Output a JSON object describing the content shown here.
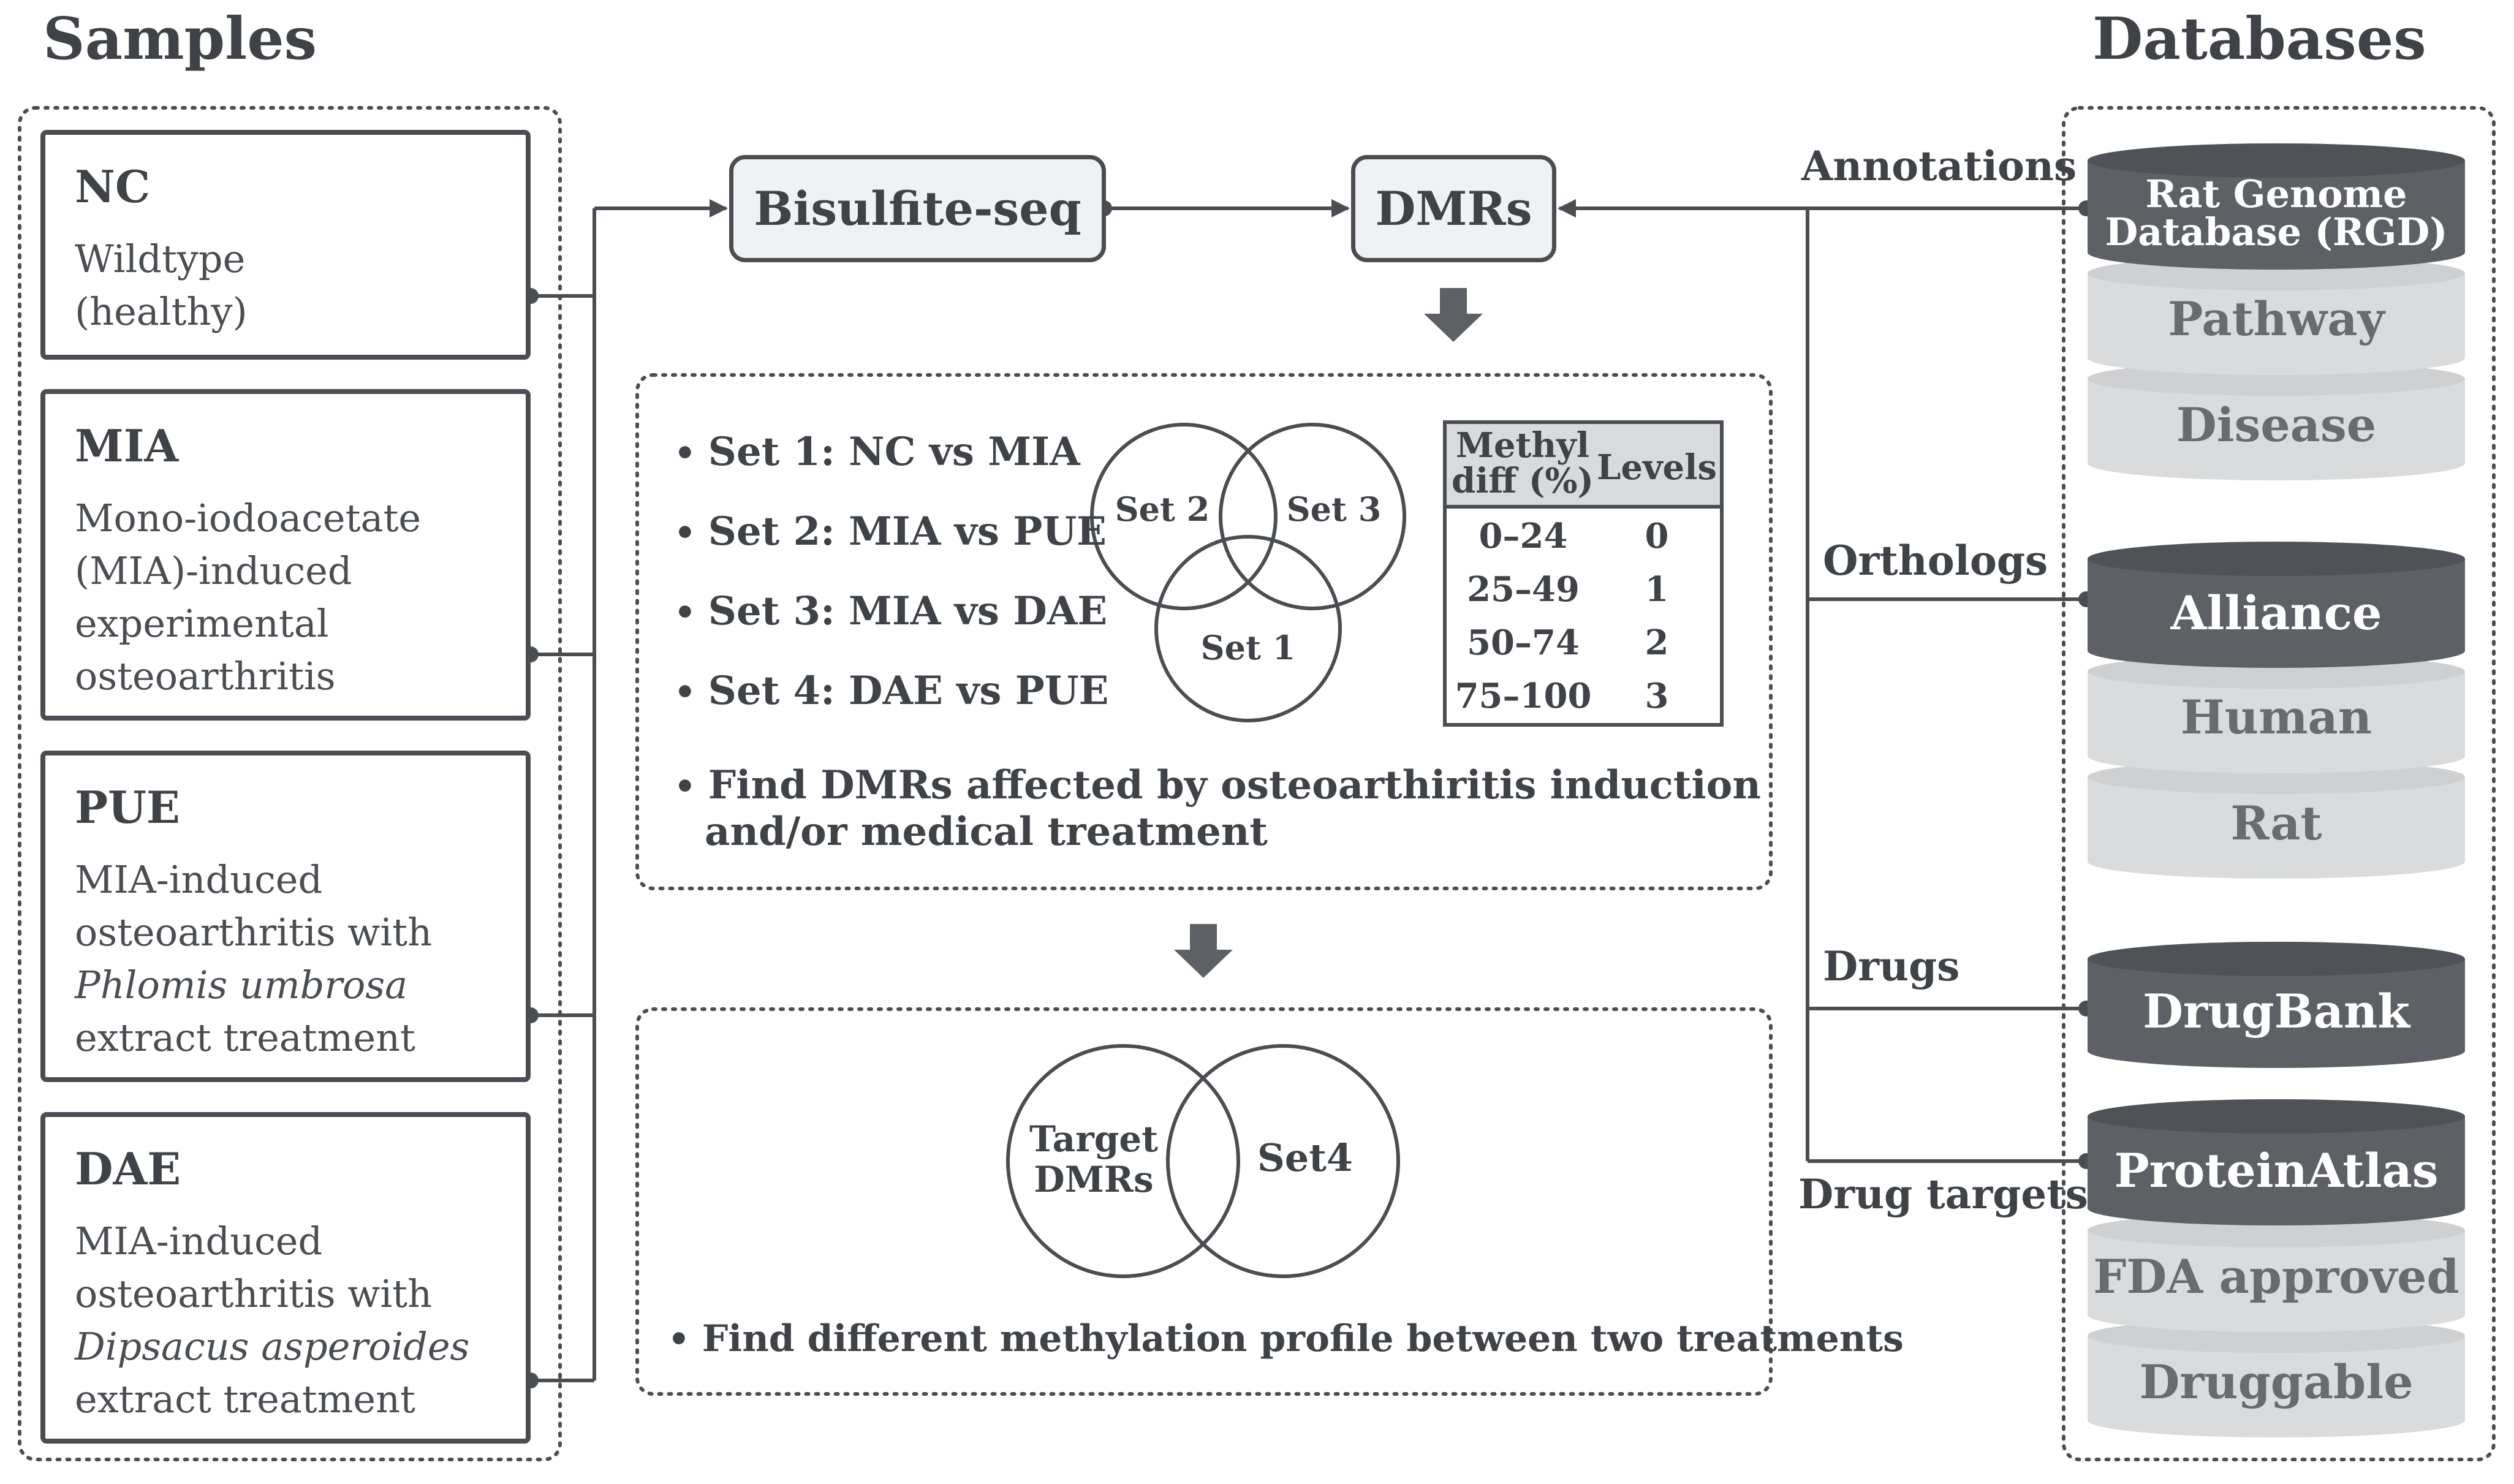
{
  "headers": {
    "samples": "Samples",
    "databases": "Databases"
  },
  "samples": [
    {
      "name": "NC",
      "lines": [
        "Wildtype",
        "(healthy)"
      ],
      "italic": [],
      "icon_color": "#888b8f"
    },
    {
      "name": "MIA",
      "lines": [
        "Mono-iodoacetate",
        "(MIA)-induced",
        "experimental",
        "osteoarthritis"
      ],
      "italic": [],
      "icon_color": "#5bb47d"
    },
    {
      "name": "PUE",
      "lines": [
        "MIA-induced",
        "osteoarthritis with",
        "Phlomis umbrosa",
        "extract treatment"
      ],
      "italic": [
        2
      ],
      "icon_color": "#3c7fa8"
    },
    {
      "name": "DAE",
      "lines": [
        "MIA-induced",
        "osteoarthritis with",
        "Dipsacus asperoides",
        "extract treatment"
      ],
      "italic": [
        2
      ],
      "icon_color": "#e0897d"
    }
  ],
  "pipeline": {
    "bisulfite": "Bisulfite-seq",
    "dmrs": "DMRs"
  },
  "sets_panel": {
    "bullets": [
      "Set 1: NC vs MIA",
      "Set 2: MIA vs PUE",
      "Set 3: MIA vs DAE",
      "Set 4: DAE vs PUE"
    ],
    "venn_labels": [
      "Set 2",
      "Set 3",
      "Set 1"
    ],
    "find_line1": "Find DMRs affected by osteoarthiritis induction",
    "find_line2": "and/or medical treatment",
    "table": {
      "header_col1_line1": "Methyl",
      "header_col1_line2": "diff (%)",
      "header_col2": "Levels",
      "rows": [
        {
          "range": "0–24",
          "level": "0"
        },
        {
          "range": "25–49",
          "level": "1"
        },
        {
          "range": "50–74",
          "level": "2"
        },
        {
          "range": "75–100",
          "level": "3"
        }
      ]
    }
  },
  "target_panel": {
    "venn_left_line1": "Target",
    "venn_left_line2": "DMRs",
    "venn_right": "Set4",
    "find_line": "Find different methylation profile between two treatments"
  },
  "edges": {
    "annotations": "Annotations",
    "orthologs": "Orthologs",
    "drugs": "Drugs",
    "drug_targets": "Drug targets"
  },
  "databases": {
    "rgd_line1": "Rat Genome",
    "rgd_line2": "Database (RGD)",
    "pathway": "Pathway",
    "disease": "Disease",
    "alliance": "Alliance",
    "human": "Human",
    "rat": "Rat",
    "drugbank": "DrugBank",
    "proteinatlas": "ProteinAtlas",
    "fda": "FDA approved",
    "druggable": "Druggable"
  },
  "colors": {
    "line": "#4a4e52",
    "dark_cylinder": "#5d6165",
    "light_cylinder": "#dadbdc",
    "box_fill": "#f0f1f2"
  }
}
